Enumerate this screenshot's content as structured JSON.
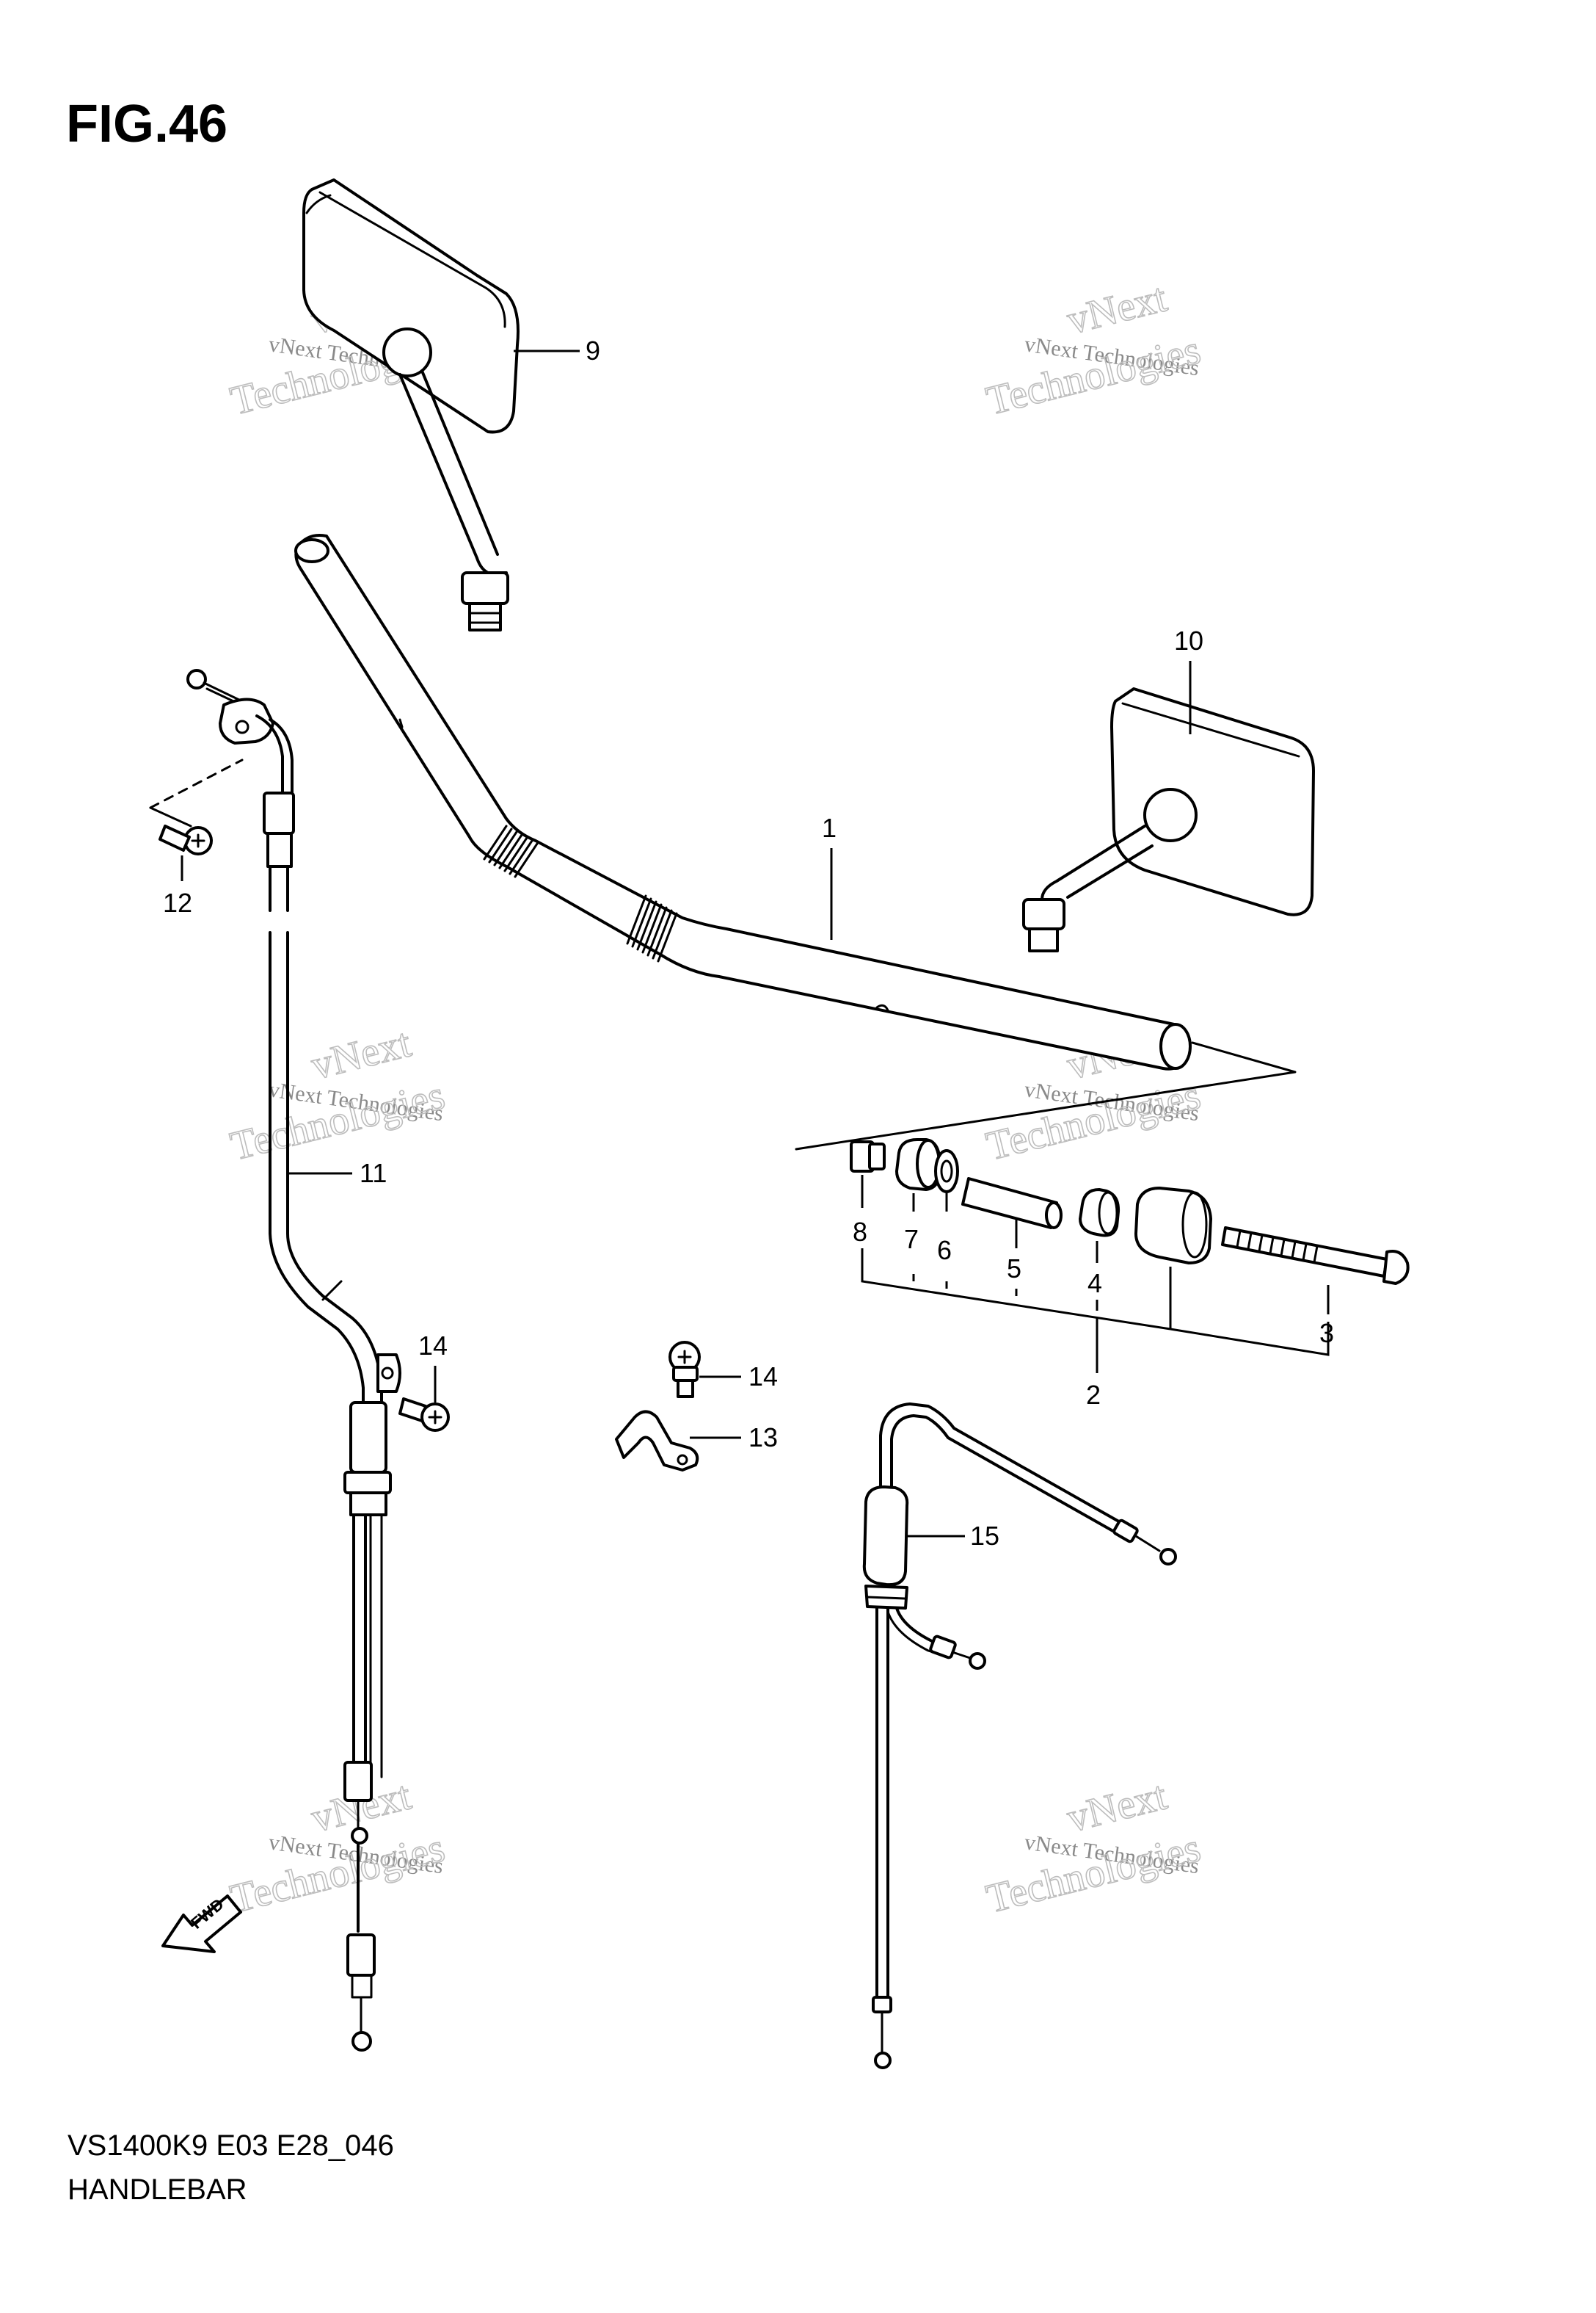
{
  "figure_label": "FIG.46",
  "drawing_code": "VS1400K9 E03 E28_046",
  "drawing_name": "HANDLEBAR",
  "fwd_marker": "FWD",
  "watermark": {
    "line1": "vNext",
    "line2": "vNext Technologies",
    "line3": "Technologies"
  },
  "callouts": {
    "p1": "1",
    "p2": "2",
    "p3": "3",
    "p4": "4",
    "p5": "5",
    "p6": "6",
    "p7": "7",
    "p8": "8",
    "p9": "9",
    "p10": "10",
    "p11": "11",
    "p12": "12",
    "p13": "13",
    "p14a": "14",
    "p14b": "14",
    "p15": "15"
  }
}
